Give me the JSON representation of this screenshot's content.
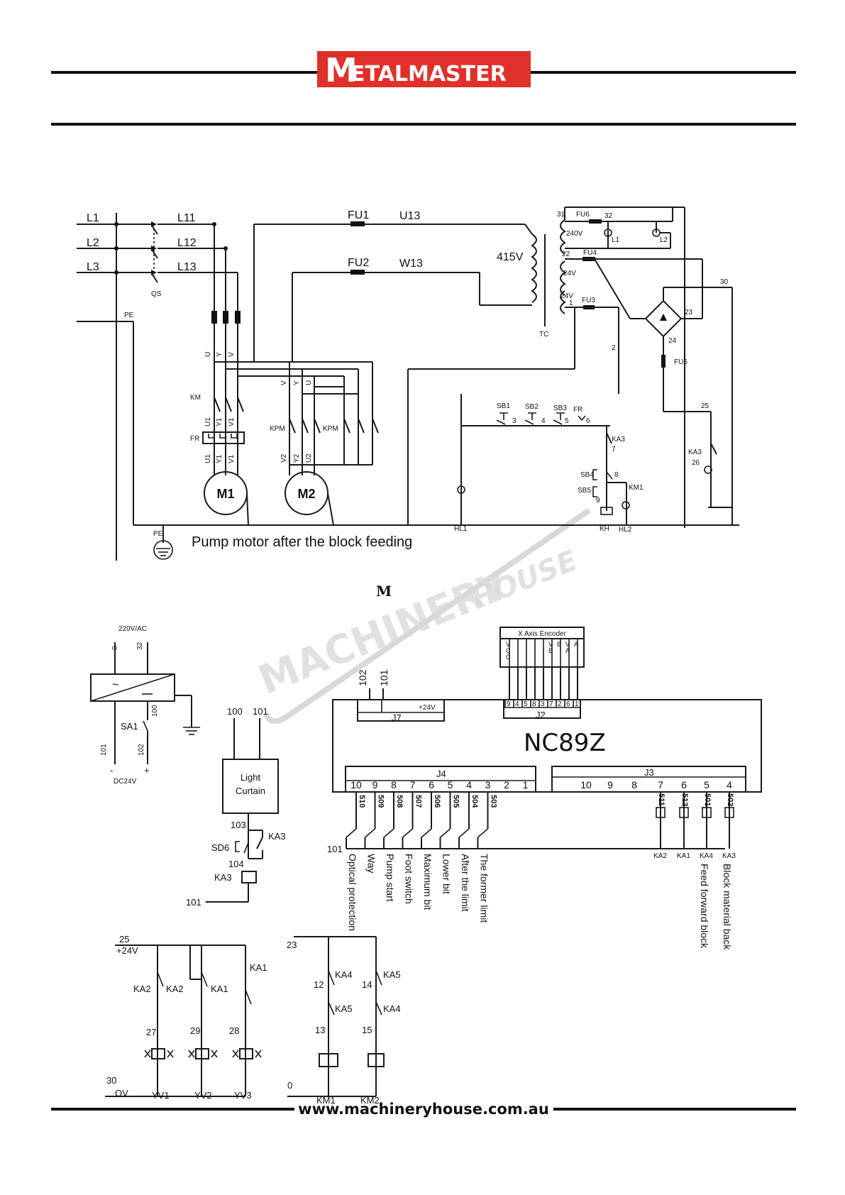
{
  "header": {
    "brand_letter": "M",
    "brand_rest": "ETALMASTER",
    "brand_color": "#e0302a"
  },
  "watermark": {
    "left": "MACHINERY",
    "right": "HOUSE"
  },
  "footer": {
    "url": "www.machineryhouse.com.au"
  },
  "power_circuit": {
    "lines": [
      "L1",
      "L2",
      "L3"
    ],
    "switched": [
      "L11",
      "L12",
      "L13"
    ],
    "qs": "QS",
    "pe": "PE",
    "fu1": "FU1",
    "fu2": "FU2",
    "u13": "U13",
    "w13": "W13",
    "transformer_v": "415V",
    "tc": "TC",
    "km": "KM",
    "fr": "FR",
    "kpm": "KPM",
    "m1": "M1",
    "m2": "M2",
    "m1_in": [
      "U",
      "Y",
      "V"
    ],
    "m1_mid": [
      "U1",
      "Y1",
      "V1"
    ],
    "m1_out": [
      "U1",
      "Y1",
      "V1"
    ],
    "m2_in": [
      "V",
      "Y",
      "U"
    ],
    "m2_out": [
      "V2",
      "Y2",
      "U2"
    ],
    "caption": "Pump motor after the block feeding"
  },
  "control_circuit": {
    "n31": "31",
    "fu6": "FU6",
    "n32": "32",
    "v240": "240V",
    "hl1_l": "L1",
    "hl2_l": "L2",
    "n22": "22",
    "fu4": "FU4",
    "v24a": "24V",
    "v24b": "24V",
    "n1": "1",
    "fu3": "FU3",
    "n30": "30",
    "n23": "23",
    "n24": "24",
    "fu5": "FU5",
    "n2": "2",
    "sb1": "SB1",
    "sb2": "SB2",
    "sb3": "SB3",
    "fr": "FR",
    "n3": "3",
    "n4": "4",
    "n5": "5",
    "n6": "6",
    "ka3": "KA3",
    "n7": "7",
    "sb4": "SB4",
    "n8": "8",
    "km1": "KM1",
    "sb5": "SB5",
    "n9": "9",
    "n25": "25",
    "ka3b": "KA3",
    "n26": "26",
    "hl1": "HL1",
    "kh": "KH",
    "hl2": "HL2"
  },
  "section_mark": "M",
  "psu": {
    "label": "220V/AC",
    "t0": "0",
    "t32": "32",
    "t100": "100",
    "sa1": "SA1",
    "t101": "101",
    "t102": "102",
    "minus": "-",
    "plus": "+",
    "dc": "DC24V"
  },
  "light_curtain": {
    "t100": "100",
    "t101": "101",
    "label1": "Light",
    "label2": "Curtain",
    "t103": "103",
    "ka3": "KA3",
    "sd6": "SD6",
    "t104": "104",
    "ka3coil": "KA3",
    "t101b": "101"
  },
  "encoder": {
    "title": "X Axis Encoder",
    "cols": [
      "V\nC\nC",
      "",
      "",
      "",
      "",
      "V\nB",
      "B",
      "V\nA",
      "A"
    ],
    "pins": [
      "9",
      "4",
      "5",
      "8",
      "3",
      "7",
      "2",
      "6",
      "1"
    ],
    "j2": "J2"
  },
  "j7": {
    "t102": "102",
    "t101": "101",
    "v24": "+24V",
    "name": "J7"
  },
  "controller": {
    "name": "NC89Z",
    "j4": "J4",
    "j3": "J3",
    "j4_pins": [
      "10",
      "9",
      "8",
      "7",
      "6",
      "5",
      "4",
      "3",
      "2",
      "1"
    ],
    "j3_pins": [
      "10",
      "9",
      "8",
      "7",
      "6",
      "5",
      "4"
    ]
  },
  "j4_inputs": [
    {
      "num": "510",
      "label": "Optical protection"
    },
    {
      "num": "509",
      "label": "Way"
    },
    {
      "num": "508",
      "label": "Pump start"
    },
    {
      "num": "507",
      "label": "Foot switch"
    },
    {
      "num": "506",
      "label": "Maximum bit"
    },
    {
      "num": "505",
      "label": "Lower bit"
    },
    {
      "num": "504",
      "label": "After the limit"
    },
    {
      "num": "503",
      "label": "The former limit"
    }
  ],
  "j4_common": "101",
  "j3_outputs": [
    {
      "num": "511",
      "coil": "KA2",
      "label": ""
    },
    {
      "num": "512",
      "coil": "KA1",
      "label": ""
    },
    {
      "num": "501",
      "coil": "KA4",
      "label": "Feed forward block"
    },
    {
      "num": "502",
      "coil": "KA3",
      "label": "Block material back"
    }
  ],
  "valves": {
    "t25": "25",
    "v24": "+24V",
    "ka1": "KA1",
    "ka2a": "KA2",
    "ka2b": "KA2",
    "ka1b": "KA1",
    "n27": "27",
    "n29": "29",
    "n28": "28",
    "t30": "30",
    "ov": "OV",
    "yv1": "YV1",
    "yv2": "YV2",
    "yv3": "YV3"
  },
  "contactors": {
    "t23": "23",
    "ka4": "KA4",
    "ka5": "KA5",
    "n12": "12",
    "n14": "14",
    "ka5b": "KA5",
    "ka4b": "KA4",
    "n13": "13",
    "n15": "15",
    "t0": "0",
    "km1": "KM1",
    "km2": "KM2"
  }
}
